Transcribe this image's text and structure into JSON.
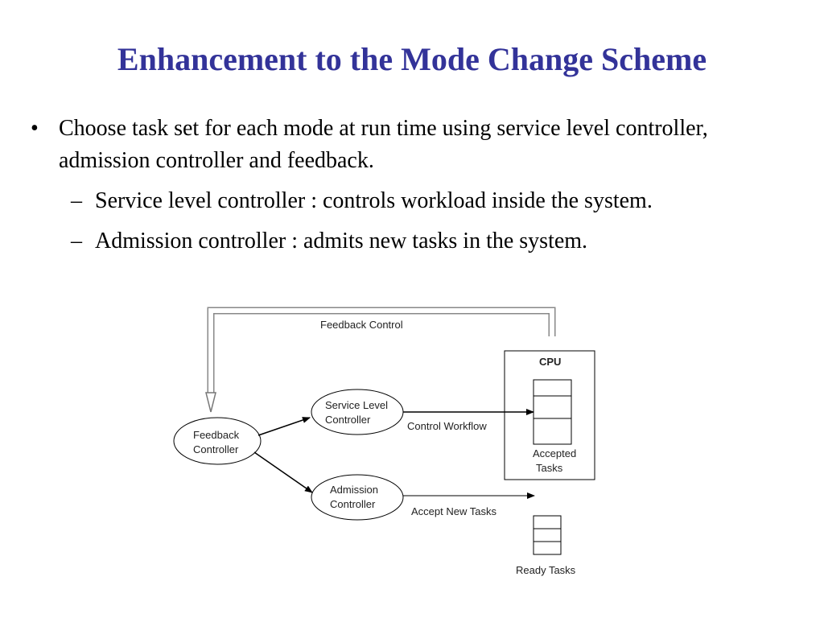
{
  "title": "Enhancement to the Mode Change Scheme",
  "bullets": {
    "main": {
      "marker": "•",
      "text": "Choose task set for each mode at run time using service level controller, admission controller and feedback."
    },
    "subs": [
      {
        "marker": "–",
        "text": "Service level controller : controls workload inside the system."
      },
      {
        "marker": "–",
        "text": "Admission controller : admits new tasks in the system."
      }
    ]
  },
  "diagram": {
    "feedback_control_label": "Feedback Control",
    "cpu_label": "CPU",
    "feedback_controller": [
      "Feedback",
      "Controller"
    ],
    "service_level_controller": [
      "Service Level",
      "Controller"
    ],
    "admission_controller": [
      "Admission",
      "Controller"
    ],
    "control_workflow_label": "Control Workflow",
    "accept_new_tasks_label": "Accept New Tasks",
    "accepted_tasks_label": [
      "Accepted",
      "Tasks"
    ],
    "ready_tasks_label": "Ready Tasks"
  }
}
